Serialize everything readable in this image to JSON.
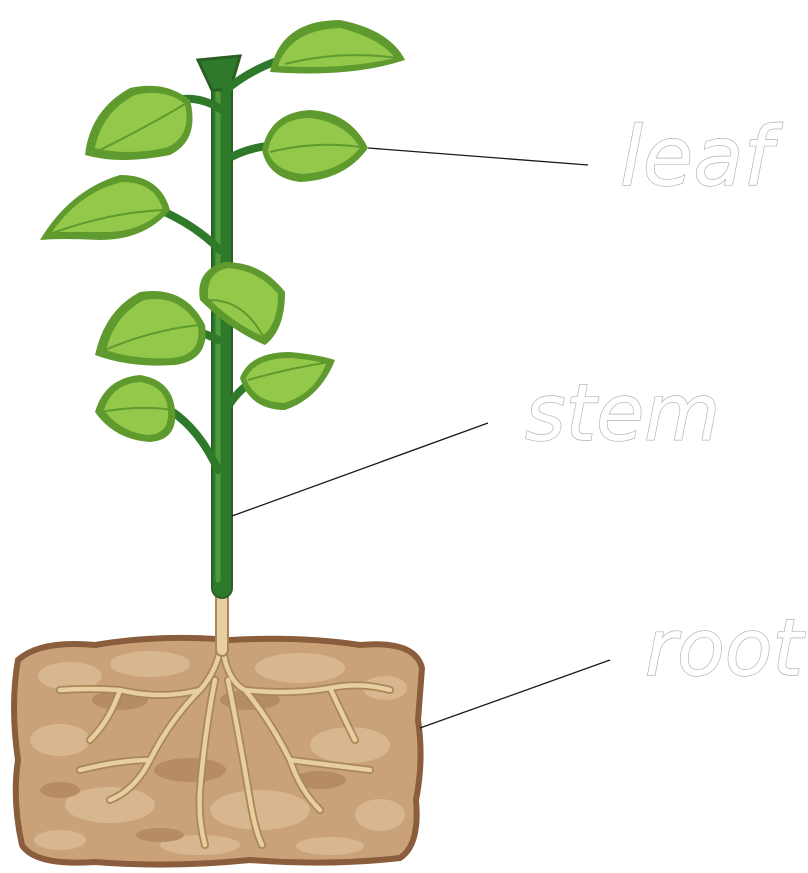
{
  "diagram": {
    "labels": {
      "leaf": "leaf",
      "stem": "stem",
      "root": "root"
    }
  },
  "colors": {
    "leaf_dark": "#5f9a2e",
    "leaf_light": "#94c84a",
    "stem": "#2f7a2a",
    "stem_light": "#4f9a3c",
    "root": "#e8cfa0",
    "root_outline": "#a9875a",
    "soil": "#c9a27a",
    "soil_outline": "#8a5e3c",
    "label_outline": "#b4b4b4"
  },
  "icons": [
    "plant-illustration",
    "soil-icon"
  ]
}
